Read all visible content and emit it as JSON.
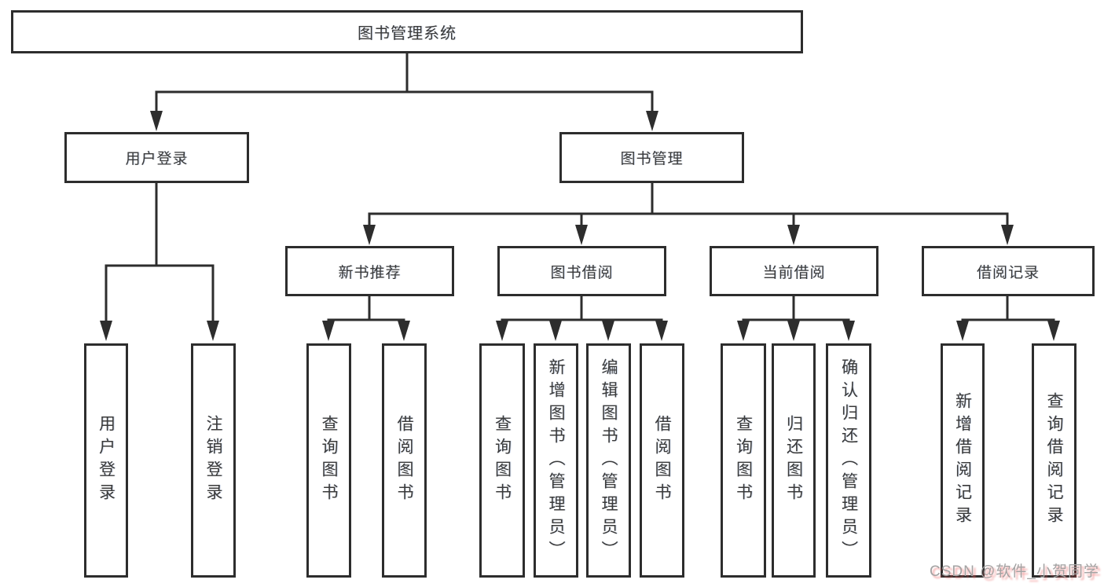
{
  "diagram": {
    "title": "图书管理系统",
    "branches": [
      {
        "label": "用户登录",
        "children": [
          {
            "label": "用户登录"
          },
          {
            "label": "注销登录"
          }
        ]
      },
      {
        "label": "图书管理",
        "children": [
          {
            "label": "新书推荐",
            "children": [
              {
                "label": "查询图书"
              },
              {
                "label": "借阅图书"
              }
            ]
          },
          {
            "label": "图书借阅",
            "children": [
              {
                "label": "查询图书"
              },
              {
                "label": "新增图书（管理员）"
              },
              {
                "label": "编辑图书（管理员）"
              },
              {
                "label": "借阅图书"
              }
            ]
          },
          {
            "label": "当前借阅",
            "children": [
              {
                "label": "查询图书"
              },
              {
                "label": "归还图书"
              },
              {
                "label": "确认归还（管理员）"
              }
            ]
          },
          {
            "label": "借阅记录",
            "children": [
              {
                "label": "新增借阅记录"
              },
              {
                "label": "查询借阅记录"
              }
            ]
          }
        ]
      }
    ]
  },
  "watermark": {
    "text": "CSDN @软件_小贺同学",
    "color": "#a3a3a3",
    "shadow_color": "#eb5a5a"
  },
  "colors": {
    "line": "#2d2d2d",
    "box_border": "#2d2d2d",
    "box_background": "#ffffff",
    "text": "#3a3a3a",
    "background": "#ffffff"
  }
}
